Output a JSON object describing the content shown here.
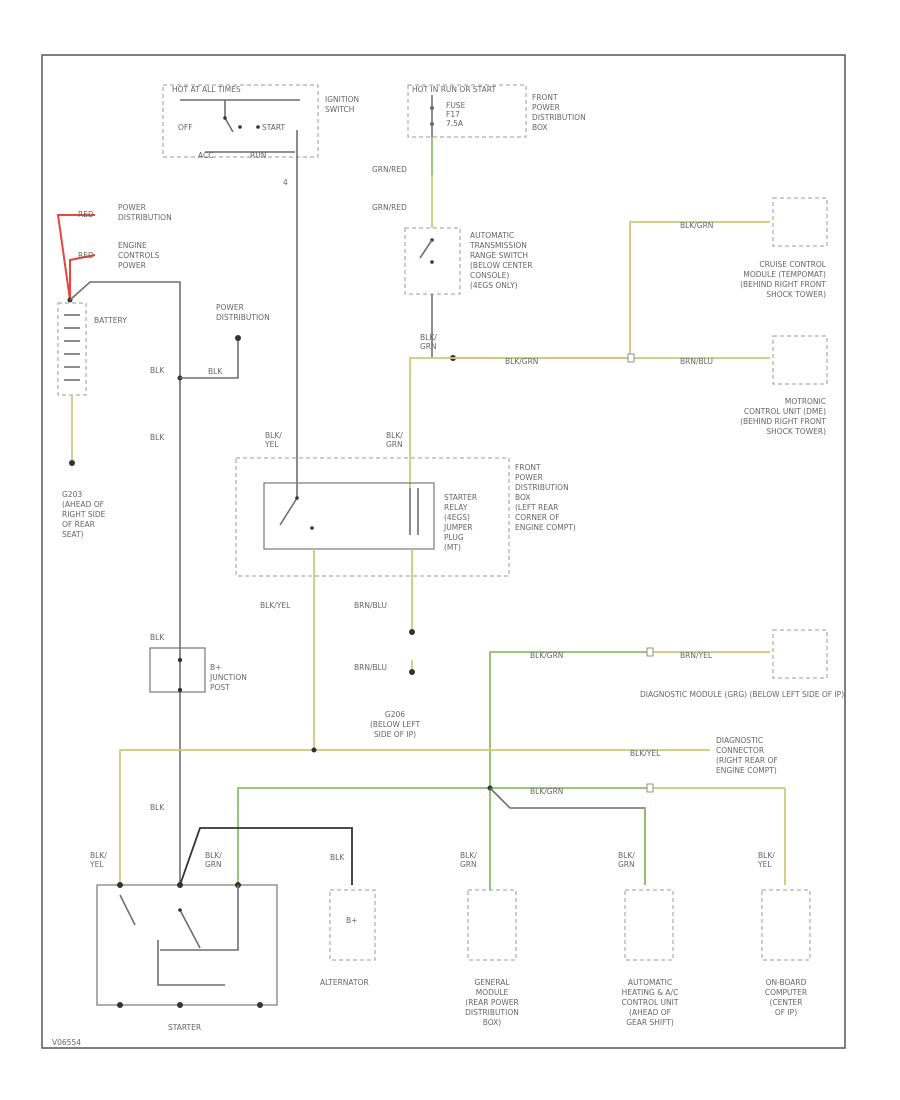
{
  "labels": {
    "ignition_positions_top": "HOT AT ALL TIMES",
    "ignition_off": "OFF",
    "ignition_start": "START",
    "ignition_acc": "ACC",
    "ignition_run": "RUN",
    "ignition_switch": [
      "IGNITION",
      "SWITCH"
    ],
    "fuse_top": "HOT IN RUN OR START",
    "fuse_name": [
      "FUSE",
      "F17",
      "7.5A"
    ],
    "front_power_box_top": [
      "FRONT",
      "POWER",
      "DISTRIBUTION",
      "BOX"
    ],
    "power_distribution_1": [
      "POWER",
      "DISTRIBUTION"
    ],
    "engine_controls_power": [
      "ENGINE",
      "CONTROLS",
      "POWER"
    ],
    "battery": "BATTERY",
    "power_distribution_2": [
      "POWER",
      "DISTRIBUTION"
    ],
    "g203": [
      "G203",
      "(AHEAD OF",
      "RIGHT SIDE",
      "OF REAR",
      "SEAT)"
    ],
    "trans_range_switch": [
      "AUTOMATIC",
      "TRANSMISSION",
      "RANGE SWITCH",
      "(BELOW CENTER",
      "CONSOLE)",
      "(4EGS ONLY)"
    ],
    "cruise_module": [
      "CRUISE CONTROL",
      "MODULE (TEMPOMAT)",
      "(BEHIND RIGHT FRONT",
      "SHOCK TOWER)"
    ],
    "motronic_unit": [
      "MOTRONIC",
      "CONTROL UNIT (DME)",
      "(BEHIND RIGHT FRONT",
      "SHOCK TOWER)"
    ],
    "front_power_box_mid": [
      "FRONT",
      "POWER",
      "DISTRIBUTION",
      "BOX",
      "(LEFT REAR",
      "CORNER OF",
      "ENGINE COMPT)"
    ],
    "starter_relay": [
      "STARTER",
      "RELAY",
      "(4EGS)",
      "JUMPER",
      "PLUG",
      "(MT)"
    ],
    "g206": [
      "G206",
      "(BELOW LEFT",
      "SIDE OF IP)"
    ],
    "b_junction_post": [
      "B+",
      "JUNCTION",
      "POST"
    ],
    "diag_module": "DIAGNOSTIC MODULE (GRG) (BELOW LEFT SIDE OF IP)",
    "diag_connector": [
      "DIAGNOSTIC",
      "CONNECTOR",
      "(RIGHT REAR OF",
      "ENGINE COMPT)"
    ],
    "starter": "STARTER",
    "alternator": "ALTERNATOR",
    "alternator_terminal": "B+",
    "general_module": [
      "GENERAL",
      "MODULE",
      "(REAR POWER",
      "DISTRIBUTION",
      "BOX)"
    ],
    "ac_control_unit": [
      "AUTOMATIC",
      "HEATING & A/C",
      "CONTROL UNIT",
      "(AHEAD OF",
      "GEAR SHIFT)"
    ],
    "onboard_computer": [
      "ON-BOARD",
      "COMPUTER",
      "(CENTER",
      "OF IP)"
    ],
    "footer_code": "V06554"
  },
  "wires": {
    "grn_red_1": "GRN/RED",
    "grn_red_2": "GRN/RED",
    "blk_a": "BLK",
    "blk_b": "BLK",
    "blk_c": "BLK",
    "blk_d": "BLK",
    "blk_e": "BLK",
    "blk_red_1": "RED",
    "blk_red_2": "RED",
    "blk_yel_relay": [
      "BLK/",
      "YEL"
    ],
    "blk_grn_relay": [
      "BLK/",
      "GRN"
    ],
    "blk_grn_trans": [
      "BLK/",
      "GRN"
    ],
    "blu_yel": "BLK/YEL",
    "brn_blu_1": "BRN/BLU",
    "brn_blu_2": "BRN/BLU",
    "blk_grn_cruise": "BLK/GRN",
    "brn_blu_motronic": "BRN/BLU",
    "blk_grn_motronic": "BLK/GRN",
    "blk_grn_diag": "BLK/GRN",
    "brn_yel_diag": "BRN/YEL",
    "blk_yel_diagconn": "BLK/YEL",
    "blk_grn_bottom": "BLK/GRN",
    "starter_blk_yel": [
      "BLK/",
      "YEL"
    ],
    "starter_blk_grn": [
      "BLK/",
      "GRN"
    ],
    "alt_blk": "BLK",
    "gm_blk_grn": [
      "BLK/",
      "GRN"
    ],
    "ac_blk_grn": [
      "BLK/",
      "GRN"
    ],
    "obc_blk_yel": [
      "BLK/",
      "YEL"
    ]
  },
  "colors": {
    "battery_positive": "#e8453c",
    "green_wire": "#8dc06a",
    "yellow_wire": "#c8cc78",
    "ground_wire": "#333333"
  }
}
